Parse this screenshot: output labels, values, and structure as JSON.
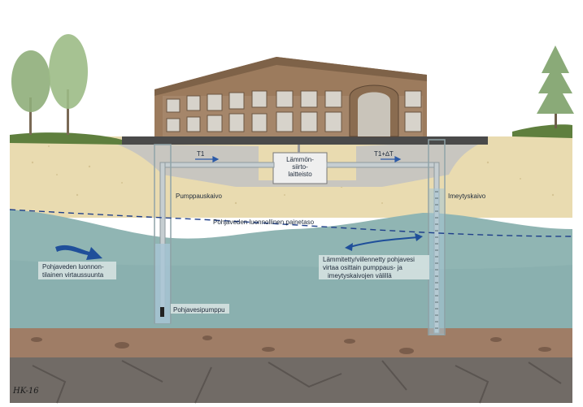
{
  "labels": {
    "heat_exchanger_line1": "Lämmön-",
    "heat_exchanger_line2": "siirto-",
    "heat_exchanger_line3": "laitteisto",
    "pipe_out": "T1",
    "pipe_return": "T1+∆T",
    "pumping_well": "Pumppauskaivo",
    "infiltration_well": "Imeytyskaivo",
    "water_table": "Pohjaveden luonnollinen painetaso",
    "flow_line1": "Pohjaveden luonnon-",
    "flow_line2": "tilainen virtaussuunta",
    "heated_line1": "Lämmitetty/viilennetty pohjavesi",
    "heated_line2": "virtaa osittain pumppaus- ja",
    "heated_line3": "imeytyskaivojen välillä",
    "pump": "Pohjavesipumppu",
    "signature": "HK-16"
  },
  "icons": {
    "flow_arrow": "arrow-right-icon",
    "mixing_arrow": "double-arrow-icon"
  },
  "colors": {
    "sand": "#e6d7a8",
    "groundwater": "#8fb3b1",
    "clay": "#9c7a64",
    "bedrock": "#6f6a66",
    "building": "#9b7a5c",
    "pipe": "#b9c3c6",
    "arrow": "#1f4f9a"
  }
}
